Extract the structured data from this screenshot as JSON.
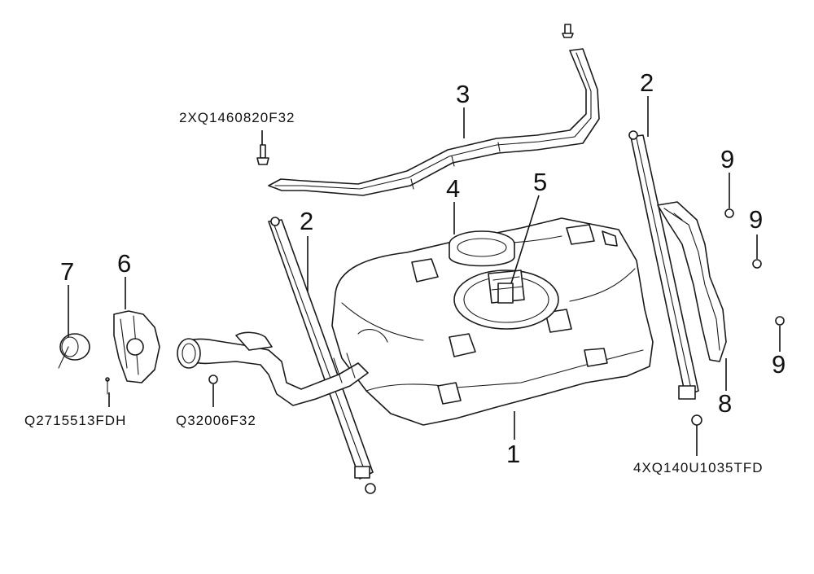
{
  "diagram": {
    "callouts": [
      {
        "id": "c1",
        "text": "1"
      },
      {
        "id": "c2a",
        "text": "2"
      },
      {
        "id": "c2b",
        "text": "2"
      },
      {
        "id": "c3",
        "text": "3"
      },
      {
        "id": "c4",
        "text": "4"
      },
      {
        "id": "c5",
        "text": "5"
      },
      {
        "id": "c6",
        "text": "6"
      },
      {
        "id": "c7",
        "text": "7"
      },
      {
        "id": "c8",
        "text": "8"
      },
      {
        "id": "c9a",
        "text": "9"
      },
      {
        "id": "c9b",
        "text": "9"
      },
      {
        "id": "c9c",
        "text": "9"
      }
    ],
    "part_codes": [
      {
        "id": "p1",
        "text": "2XQ1460820F32"
      },
      {
        "id": "p2",
        "text": "Q2715513FDH"
      },
      {
        "id": "p3",
        "text": "Q32006F32"
      },
      {
        "id": "p4",
        "text": "4XQ140U1035TFD"
      }
    ]
  }
}
